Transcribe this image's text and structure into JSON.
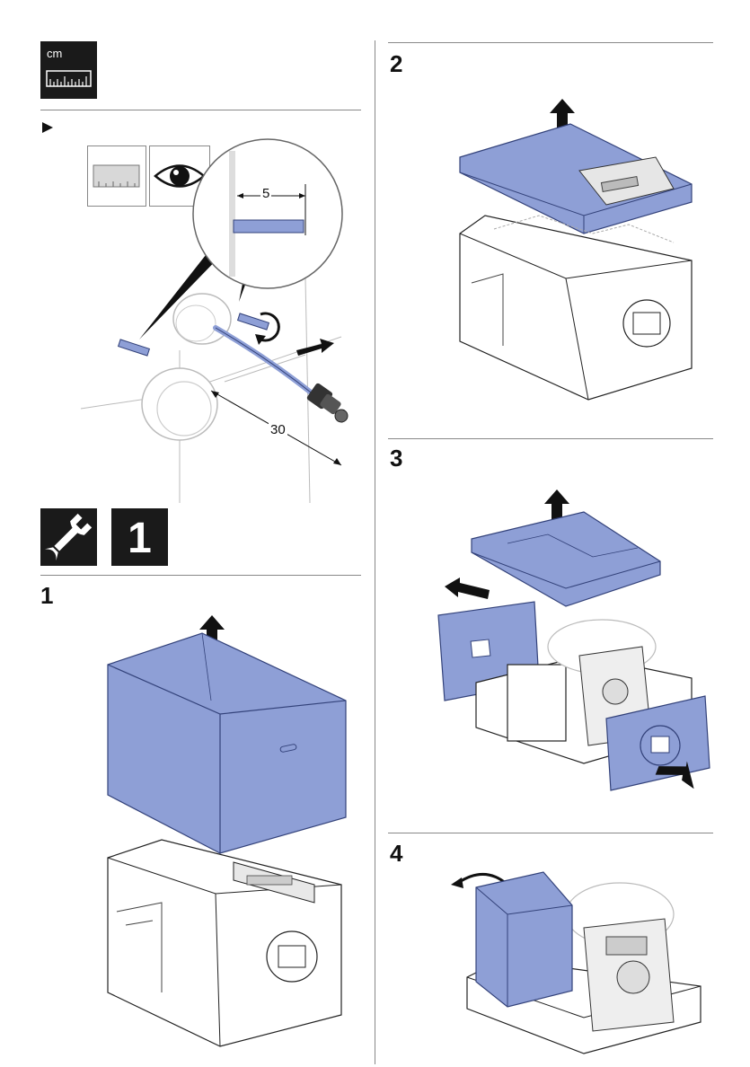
{
  "header_icon": {
    "unit_label": "cm",
    "icon": "ruler-icon"
  },
  "prerequisite": {
    "marker_icon": "play-triangle-icon",
    "tool_icons": [
      "ruler-icon",
      "eye-icon"
    ],
    "dimension_protrusion": "5",
    "dimension_distance": "30"
  },
  "section": {
    "tool_icon": "wrench-icon",
    "number": "1"
  },
  "steps": [
    {
      "number": "1"
    },
    {
      "number": "2"
    },
    {
      "number": "3"
    },
    {
      "number": "4"
    }
  ],
  "colors": {
    "packaging_blue": "#8e9fd6",
    "outline": "#222222",
    "rule": "#888888"
  }
}
